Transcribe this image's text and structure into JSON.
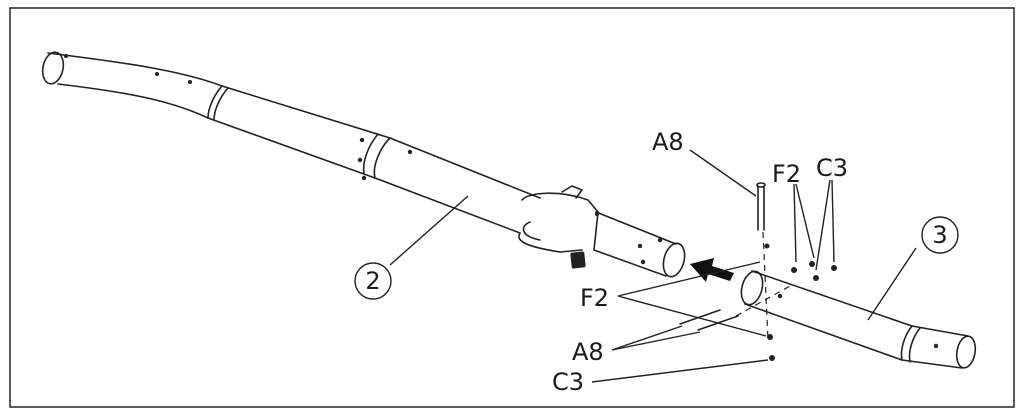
{
  "diagram": {
    "parts": [
      {
        "id": "part-2",
        "label": "2"
      },
      {
        "id": "part-3",
        "label": "3"
      }
    ],
    "hardware_labels": {
      "a8_top": "A8",
      "f2_top": "F2",
      "c3_top": "C3",
      "f2_bottom": "F2",
      "a8_bottom": "A8",
      "c3_bottom": "C3"
    }
  }
}
